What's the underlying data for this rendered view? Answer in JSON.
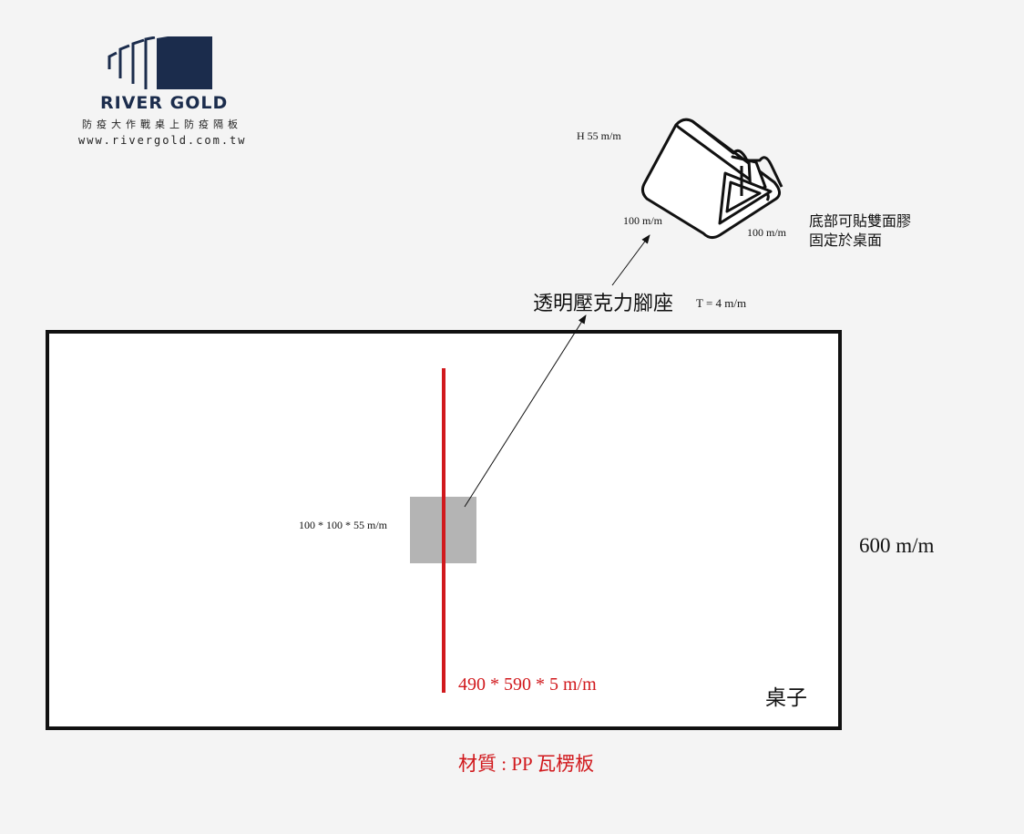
{
  "logo": {
    "brand": "RIVER GOLD",
    "tagline": "防疫大作戰桌上防疫隔板",
    "website": "www.rivergold.com.tw",
    "color": "#1b2c4c"
  },
  "stand_detail": {
    "height_label": "H 55 m/m",
    "width_label": "100 m/m",
    "depth_label": "100  m/m",
    "note_line1": "底部可貼雙面膠",
    "note_line2": "固定於桌面"
  },
  "callout": {
    "title": "透明壓克力腳座",
    "thickness": "T = 4 m/m"
  },
  "desk": {
    "dimension": "600 m/m",
    "label": "桌子",
    "base_dimension": "100 * 100 * 55 m/m",
    "partition_dimension": "490 * 590 * 5 m/m",
    "material": "材質 : PP 瓦楞板",
    "partition_color": "#d1191d",
    "base_color": "#b4b4b4"
  }
}
